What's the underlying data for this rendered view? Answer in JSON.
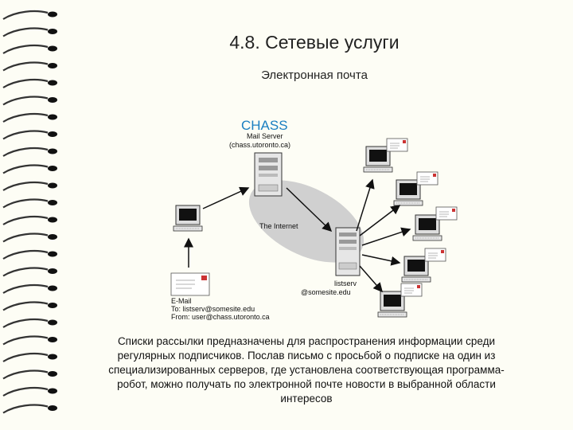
{
  "slide": {
    "title": "4.8. Сетевые услуги",
    "subtitle": "Электронная почта"
  },
  "diagram": {
    "logo": "CHASS",
    "server_name": "Mail Server",
    "server_host": "(chass.utoronto.ca)",
    "internet_label": "The Internet",
    "listserv_name": "listserv",
    "listserv_host": "@somesite.edu",
    "email_label": "E-Mail",
    "email_to": "To: listserv@somesite.edu",
    "email_from": "From: user@chass.utoronto.ca"
  },
  "body": {
    "lines": [
      "Списки рассылки предназначены для распространения информации среди",
      "регулярных подписчиков. Послав письмо с просьбой о подписке на один из",
      "специализированных серверов, где установлена соответствующая программа-",
      "робот, можно получать по электронной почте новости в выбранной области",
      "интересов"
    ]
  },
  "colors": {
    "background": "#fdfdf5",
    "logo": "#1a7fc1",
    "internet_ellipse": "#d0d0d0"
  }
}
